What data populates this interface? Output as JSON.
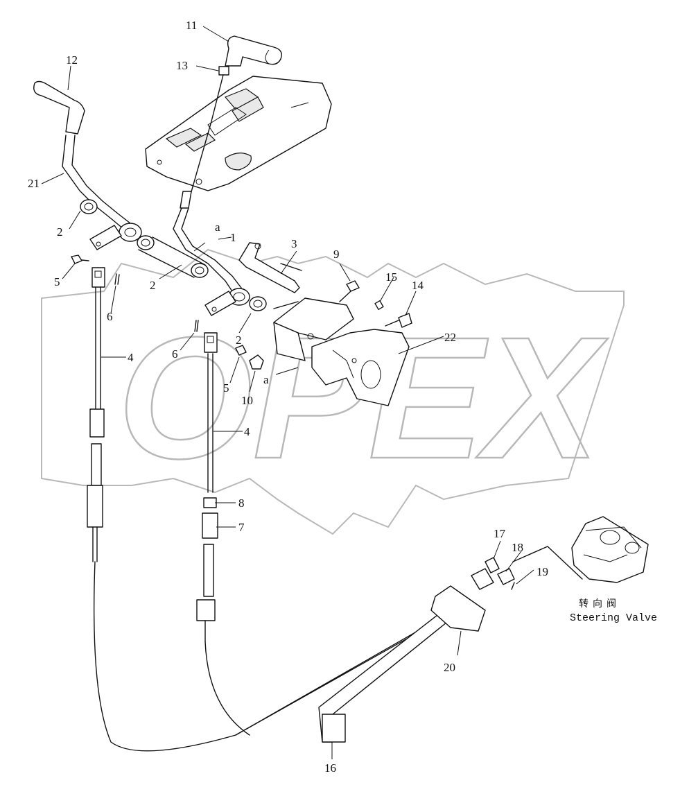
{
  "watermark": {
    "text": "OPEX"
  },
  "callouts": {
    "c1": "1",
    "c2a": "2",
    "c2b": "2",
    "c2c": "2",
    "c3": "3",
    "c4a": "4",
    "c4b": "4",
    "c5a": "5",
    "c5b": "5",
    "c6a": "6",
    "c6b": "6",
    "c7": "7",
    "c8": "8",
    "c9": "9",
    "c10": "10",
    "c11": "11",
    "c12": "12",
    "c13": "13",
    "c14": "14",
    "c15": "15",
    "c16": "16",
    "c17": "17",
    "c18": "18",
    "c19": "19",
    "c20": "20",
    "c21": "21",
    "c22": "22",
    "ca1": "a",
    "ca2": "a"
  },
  "caption": {
    "chinese": "转向阀",
    "english": "Steering Valve"
  }
}
